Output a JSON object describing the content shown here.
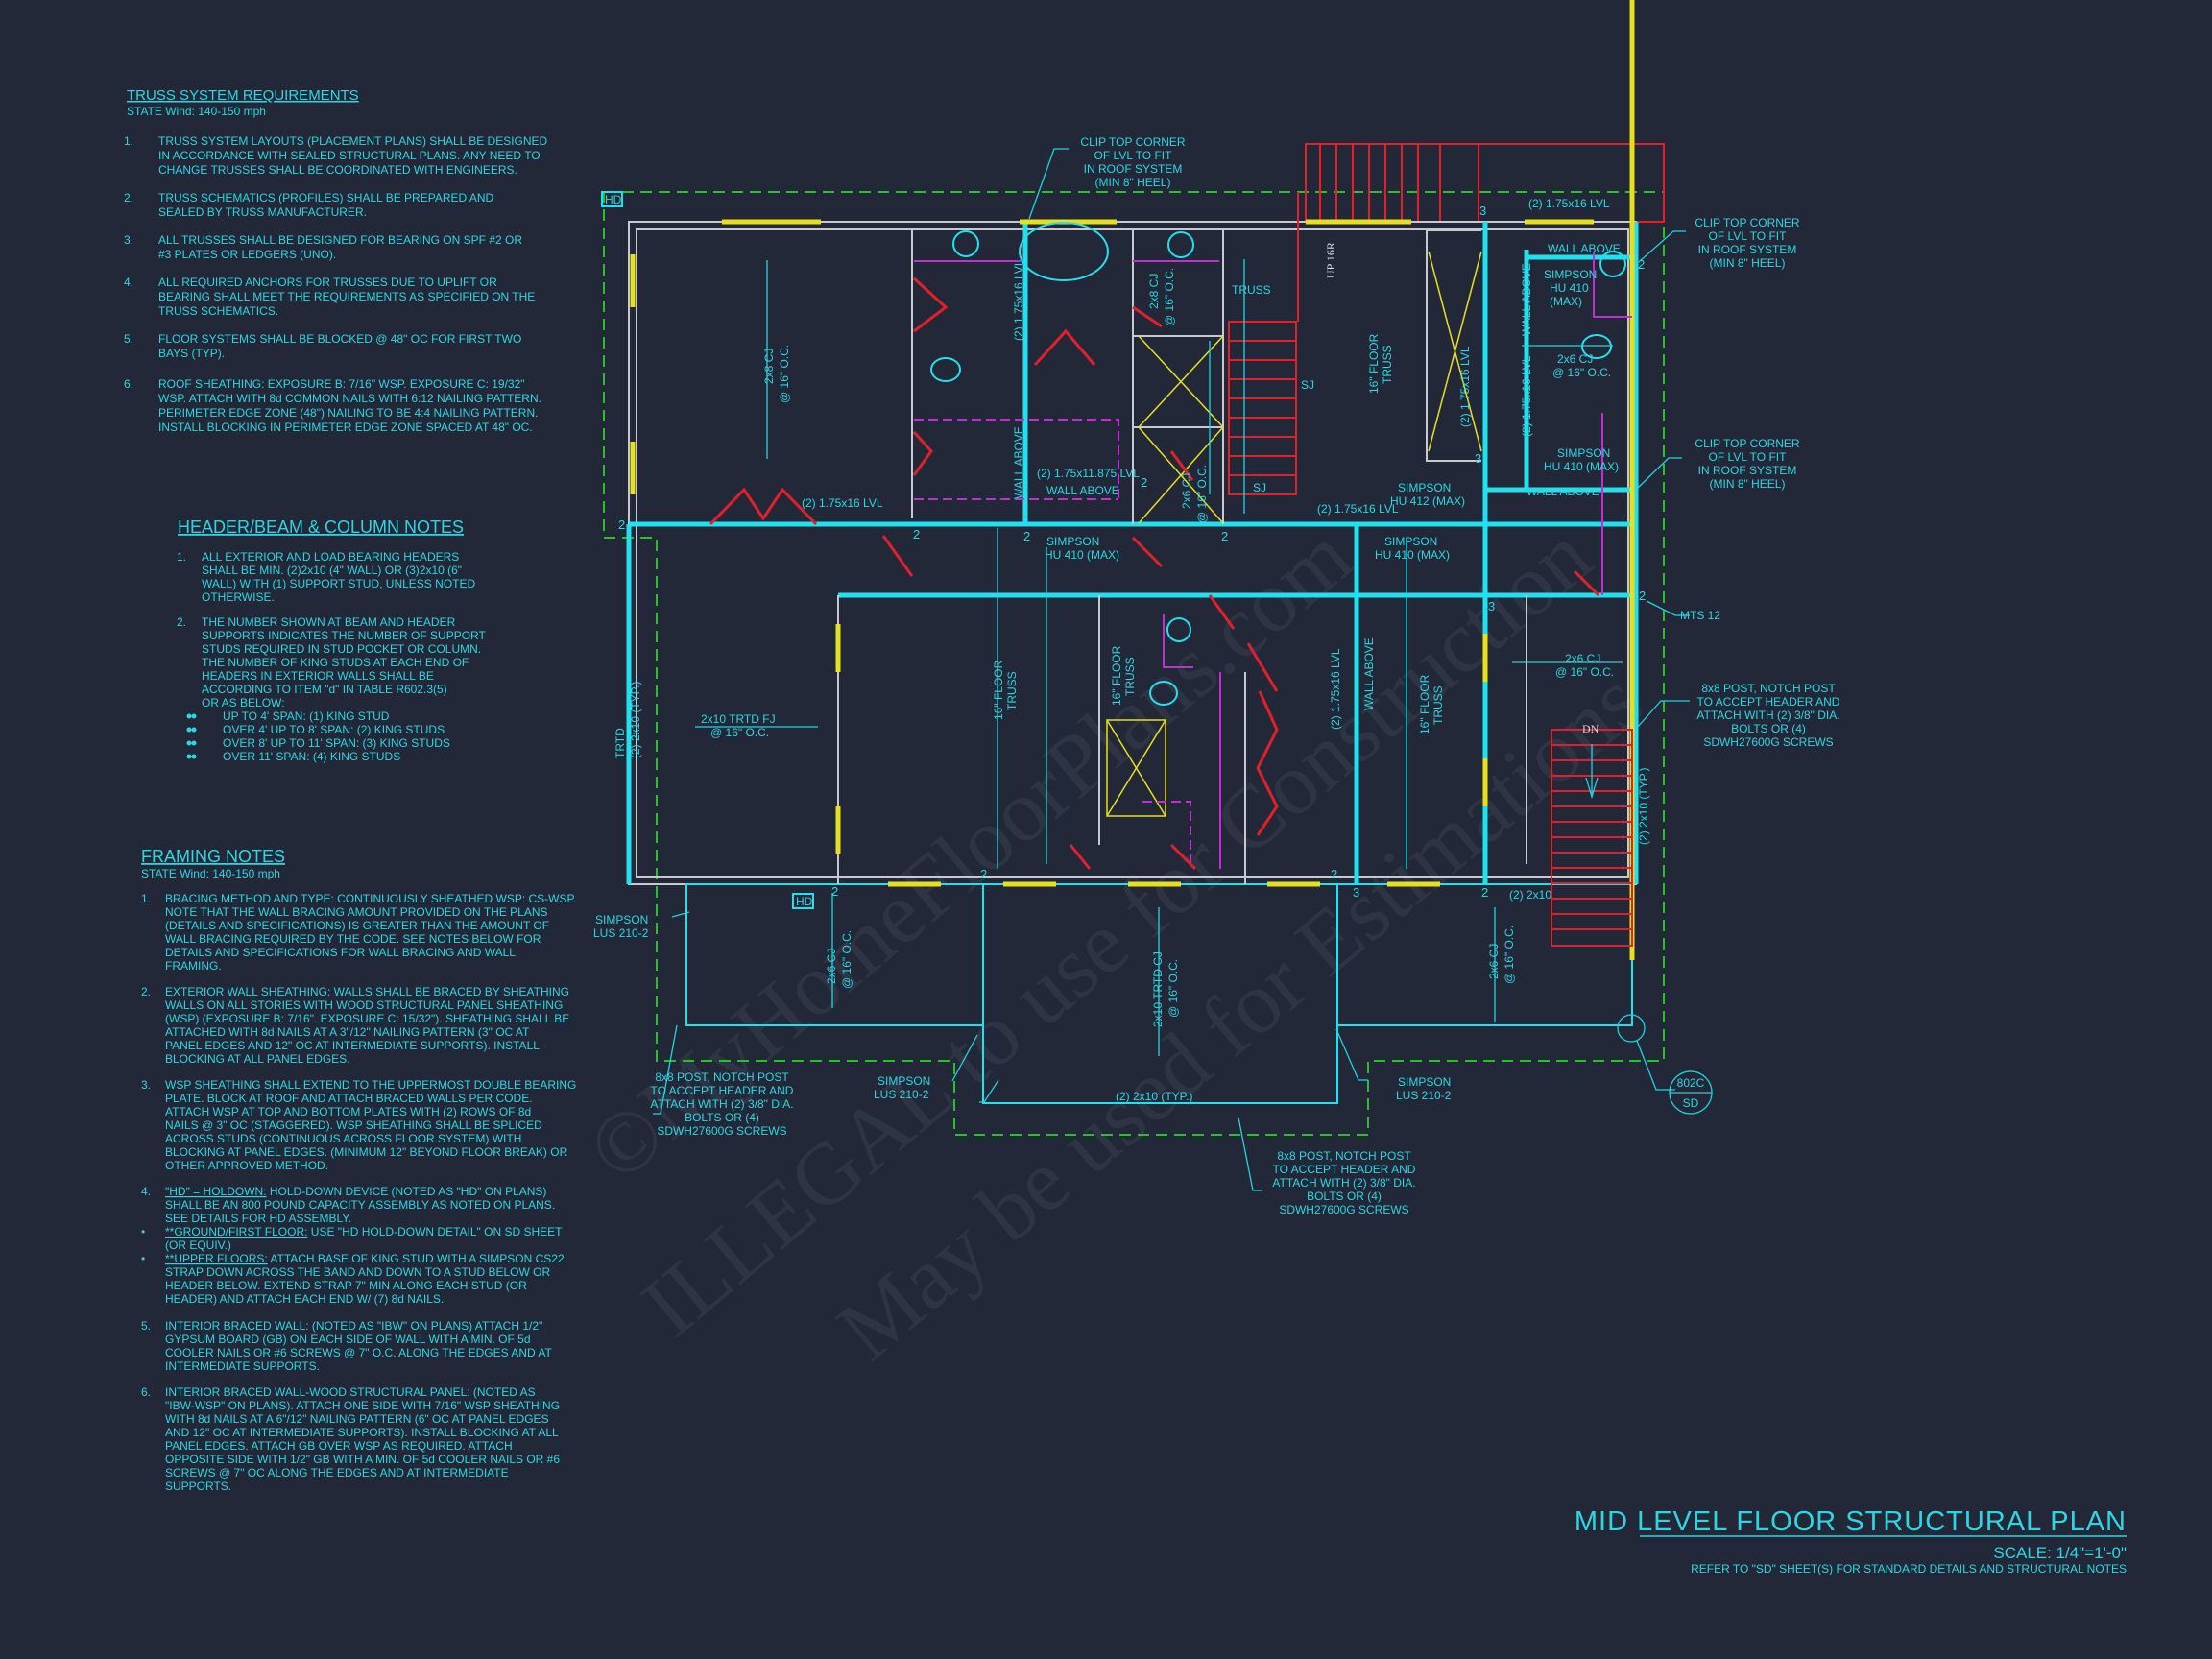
{
  "colors": {
    "background": "#232839",
    "text": "#2fd6e2",
    "walls": "#c8c8d0",
    "beams": "#22e0ee",
    "doors_stairs": "#e0202a",
    "windows": "#e6e020",
    "fixtures": "#c030d0",
    "outline": "#2bbf2b"
  },
  "truss_notes": {
    "title": "TRUSS SYSTEM REQUIREMENTS",
    "subtitle": "STATE Wind: 140-150 mph",
    "items": [
      {
        "num": "1.",
        "lines": [
          "TRUSS SYSTEM LAYOUTS (PLACEMENT PLANS)  SHALL BE DESIGNED",
          "IN ACCORDANCE WITH SEALED STRUCTURAL PLANS. ANY NEED TO",
          "CHANGE TRUSSES SHALL BE COORDINATED  WITH  ENGINEERS."
        ]
      },
      {
        "num": "2.",
        "lines": [
          "TRUSS SCHEMATICS (PROFILES) SHALL BE  PREPARED AND",
          "SEALED BY TRUSS  MANUFACTURER."
        ]
      },
      {
        "num": "3.",
        "lines": [
          "ALL TRUSSES SHALL BE DESIGNED FOR  BEARING ON SPF #2 OR",
          "#3 PLATES OR LEDGERS  (UNO)."
        ]
      },
      {
        "num": "4.",
        "lines": [
          "ALL REQUIRED ANCHORS FOR TRUSSES DUE  TO UPLIFT OR",
          "BEARING SHALL MEET THE  REQUIREMENTS AS SPECIFIED ON THE",
          "TRUSS  SCHEMATICS."
        ]
      },
      {
        "num": "5.",
        "lines": [
          "FLOOR SYSTEMS SHALL BE BLOCKED @ 48\" OC FOR FIRST TWO",
          "BAYS (TYP)."
        ]
      },
      {
        "num": "6.",
        "lines": [
          "ROOF SHEATHING: EXPOSURE B: 7/16\" WSP. EXPOSURE C: 19/32\"",
          "WSP. ATTACH WITH 8d COMMON NAILS WITH 6:12 NAILING PATTERN.",
          "PERIMETER EDGE ZONE (48\") NAILING TO BE 4:4 NAILING PATTERN.",
          "INSTALL BLOCKING IN PERIMETER EDGE ZONE SPACED AT 48\" OC."
        ]
      }
    ]
  },
  "header_notes": {
    "title": "HEADER/BEAM & COLUMN NOTES",
    "items": [
      {
        "num": "1.",
        "lines": [
          "ALL EXTERIOR AND LOAD BEARING HEADERS",
          "SHALL BE MIN. (2)2x10 (4\" WALL) OR (3)2x10 (6\"",
          "WALL) WITH (1) SUPPORT STUD, UNLESS NOTED",
          "OTHERWISE."
        ]
      },
      {
        "num": "2.",
        "lines": [
          "THE NUMBER SHOWN AT BEAM AND HEADER",
          "SUPPORTS INDICATES THE NUMBER OF SUPPORT",
          "STUDS REQUIRED IN STUD POCKET OR COLUMN.",
          "THE NUMBER OF KING STUDS AT EACH END OF",
          "HEADERS IN EXTERIOR WALLS SHALL BE",
          "ACCORDING TO ITEM \"d\" IN TABLE R602.3(5)",
          "OR AS BELOW:"
        ]
      }
    ],
    "bullets": [
      "UP TO 4' SPAN: (1) KING STUD",
      "OVER 4' UP TO 8' SPAN: (2) KING STUDS",
      "OVER 8' UP TO 11' SPAN: (3) KING STUDS",
      "OVER 11' SPAN: (4) KING STUDS"
    ]
  },
  "framing_notes": {
    "title": "FRAMING NOTES",
    "subtitle": "STATE Wind: 140-150 mph",
    "items": [
      {
        "num": "1.",
        "lines": [
          "BRACING METHOD AND TYPE: CONTINUOUSLY SHEATHED WSP: CS-WSP.",
          "NOTE THAT THE WALL BRACING AMOUNT PROVIDED ON THE PLANS",
          "(DETAILS AND SPECIFICATIONS) IS GREATER THAN THE AMOUNT OF",
          "WALL BRACING REQUIRED BY THE CODE. SEE NOTES BELOW FOR",
          "DETAILS AND SPECIFICATIONS FOR WALL BRACING AND WALL",
          "FRAMING."
        ]
      },
      {
        "num": "2.",
        "lines": [
          "EXTERIOR WALL SHEATHING: WALLS SHALL BE BRACED BY SHEATHING",
          "WALLS ON ALL STORIES WITH WOOD STRUCTURAL PANEL SHEATHING",
          "(WSP) (EXPOSURE B: 7/16\". EXPOSURE C: 15/32\"). SHEATHING SHALL BE",
          "ATTACHED WITH 8d NAILS AT A 3\"/12\" NAILING PATTERN (3\" OC AT",
          "PANEL EDGES AND 12\" OC AT INTERMEDIATE SUPPORTS). INSTALL",
          "BLOCKING AT ALL PANEL EDGES."
        ]
      },
      {
        "num": "3.",
        "lines": [
          "WSP SHEATHING SHALL EXTEND TO THE UPPERMOST DOUBLE BEARING",
          "PLATE. BLOCK AT ROOF AND ATTACH BRACED WALLS PER CODE.",
          "ATTACH WSP AT TOP AND BOTTOM PLATES WITH (2) ROWS OF 8d",
          "NAILS @ 3\" OC (STAGGERED).  WSP SHEATHING SHALL BE SPLICED",
          "ACROSS STUDS (CONTINUOUS ACROSS FLOOR SYSTEM) WITH",
          "BLOCKING AT PANEL EDGES. (MINIMUM 12\" BEYOND FLOOR BREAK) OR",
          "OTHER APPROVED METHOD."
        ]
      },
      {
        "num": "4.",
        "lead": "\"HD\" = HOLDOWN:",
        "lines": [
          " HOLD-DOWN DEVICE (NOTED AS \"HD\" ON PLANS)",
          "SHALL BE AN 800 POUND CAPACITY ASSEMBLY AS NOTED ON PLANS.",
          "SEE DETAILS FOR HD ASSEMBLY."
        ]
      },
      {
        "num": "•",
        "lead": "**GROUND/FIRST FLOOR:",
        "lines": [
          "  USE \"HD HOLD-DOWN DETAIL\" ON SD SHEET",
          "(OR EQUIV.)"
        ]
      },
      {
        "num": "•",
        "lead": "**UPPER FLOORS:",
        "lines": [
          " ATTACH BASE OF KING STUD WITH A SIMPSON CS22",
          "STRAP DOWN ACROSS THE BAND AND DOWN TO A STUD BELOW OR",
          "HEADER BELOW.  EXTEND STRAP 7\" MIN ALONG EACH STUD (OR",
          "HEADER) AND ATTACH EACH END W/ (7) 8d NAILS."
        ]
      },
      {
        "num": "5.",
        "lines": [
          "INTERIOR BRACED WALL: (NOTED AS \"IBW\" ON PLANS) ATTACH 1/2\"",
          "GYPSUM BOARD (GB) ON EACH SIDE OF WALL WITH A MIN. OF 5d",
          "COOLER NAILS OR #6 SCREWS @ 7\" O.C. ALONG THE EDGES AND AT",
          "INTERMEDIATE SUPPORTS."
        ]
      },
      {
        "num": "6.",
        "lines": [
          "INTERIOR BRACED WALL-WOOD STRUCTURAL PANEL: (NOTED AS",
          "\"IBW-WSP\" ON PLANS). ATTACH ONE SIDE WITH 7/16\" WSP SHEATHING",
          "WITH 8d NAILS AT A 6\"/12\" NAILING PATTERN (6\" OC AT PANEL EDGES",
          "AND 12\" OC AT INTERMEDIATE SUPPORTS). INSTALL BLOCKING AT ALL",
          "PANEL EDGES. ATTACH GB OVER WSP AS REQUIRED. ATTACH",
          "OPPOSITE SIDE WITH 1/2\" GB WITH A MIN. OF 5d COOLER NAILS OR #6",
          "SCREWS @ 7\" OC ALONG THE EDGES AND AT INTERMEDIATE",
          "SUPPORTS."
        ]
      }
    ]
  },
  "title_block": {
    "title": "MID LEVEL FLOOR STRUCTURAL PLAN",
    "scale": "SCALE: 1/4\"=1'-0\"",
    "note": "REFER TO \"SD\" SHEET(S) FOR STANDARD DETAILS AND STRUCTURAL NOTES"
  },
  "plan": {
    "clip": [
      "CLIP TOP CORNER",
      "OF LVL TO FIT",
      "IN ROOF SYSTEM",
      "(MIN 8\" HEEL)"
    ],
    "post": [
      "8x8 POST, NOTCH POST",
      "TO ACCEPT HEADER AND",
      "ATTACH WITH (2) 3/8\" DIA.",
      "BOLTS OR (4)",
      "SDWH27600G SCREWS"
    ],
    "lvl16": "(2) 1.75x16 LVL",
    "lvl11": "(2) 1.75x11.875 LVL",
    "wall_above": "WALL ABOVE",
    "simpson": "SIMPSON",
    "hu410": "HU 410",
    "max": "(MAX)",
    "hu410max": "HU 410 (MAX)",
    "hu412max": "HU 412 (MAX)",
    "lus": "LUS 210-2",
    "cj2x6": "2x6 CJ",
    "cj2x8": "2x8 CJ",
    "oc16": "@ 16\" O.C.",
    "mts": "MTS 12",
    "dn": "DN",
    "up": "UP 16R",
    "truss": "TRUSS",
    "sj": "SJ",
    "floor_truss": "16\" FLOOR",
    "x2x10_typ": "(2) 2x10 (TYP.)",
    "x2x10": "(2) 2x10",
    "trtd": "TRTD",
    "trtd_cj": "2x10 TRTD CJ",
    "trtd_fj": "2x10 TRTD FJ",
    "hd": "HD",
    "detail_id": "802C",
    "detail_sheet": "SD",
    "markers": [
      "2",
      "2",
      "2",
      "2",
      "2",
      "3",
      "2",
      "3",
      "2",
      "3",
      "2",
      "2",
      "2",
      "3",
      "2",
      "2",
      "2"
    ]
  },
  "watermark": [
    "©MyHomeFloorPlans.com",
    "ILLEGAL to use for Construction",
    "May be used for Estimations"
  ]
}
